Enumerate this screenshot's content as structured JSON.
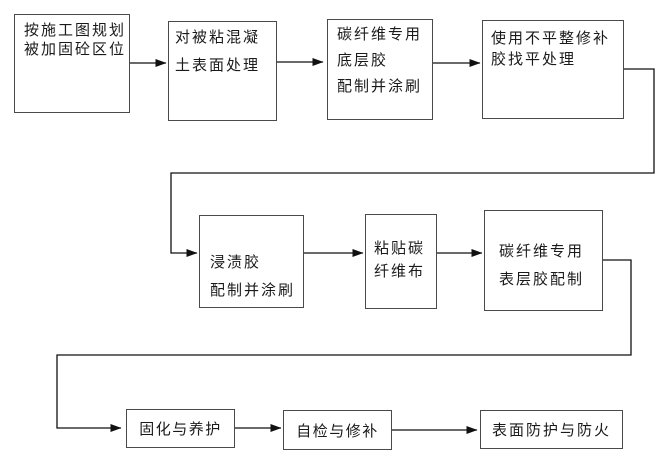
{
  "diagram": {
    "type": "flowchart",
    "background": "#ffffff",
    "colors": {
      "box_border": "#4a4a4a",
      "box_fill": "#ffffff",
      "text": "#1a1a1a",
      "arrow": "#111111"
    },
    "boxes": [
      {
        "id": "plan-layout",
        "lines": [
          "按施工图规划",
          "被加固砼区位"
        ]
      },
      {
        "id": "surface-treatment",
        "lines": [
          "对被粘混凝",
          "土表面处理"
        ]
      },
      {
        "id": "primer-adhesive",
        "lines": [
          "碳纤维专用",
          "底层胶",
          "配制并涂刷"
        ]
      },
      {
        "id": "leveling-repair",
        "lines": [
          "使用不平整修补",
          "胶找平处理"
        ]
      },
      {
        "id": "impregnating-adhesive",
        "lines": [
          "浸渍胶",
          "配制并涂刷"
        ]
      },
      {
        "id": "paste-carbon-fiber",
        "lines": [
          "粘贴碳",
          "纤维布"
        ]
      },
      {
        "id": "topcoat-adhesive",
        "lines": [
          "碳纤维专用",
          "表层胶配制"
        ]
      },
      {
        "id": "curing",
        "lines": [
          "固化与养护"
        ]
      },
      {
        "id": "self-inspection",
        "lines": [
          "自检与修补"
        ]
      },
      {
        "id": "surface-protection",
        "lines": [
          "表面防护与防火"
        ]
      }
    ],
    "edges": [
      {
        "from": "plan-layout",
        "to": "surface-treatment"
      },
      {
        "from": "surface-treatment",
        "to": "primer-adhesive"
      },
      {
        "from": "primer-adhesive",
        "to": "leveling-repair"
      },
      {
        "from": "leveling-repair",
        "to": "impregnating-adhesive"
      },
      {
        "from": "impregnating-adhesive",
        "to": "paste-carbon-fiber"
      },
      {
        "from": "paste-carbon-fiber",
        "to": "topcoat-adhesive"
      },
      {
        "from": "topcoat-adhesive",
        "to": "curing"
      },
      {
        "from": "curing",
        "to": "self-inspection"
      },
      {
        "from": "self-inspection",
        "to": "surface-protection"
      }
    ]
  }
}
